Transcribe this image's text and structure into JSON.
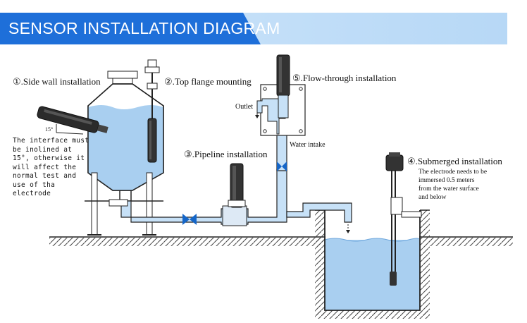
{
  "header": {
    "title": "SENSOR INSTALLATION DIAGRAM"
  },
  "labels": {
    "side_wall": "①.Side wall installation",
    "top_flange": "②.Top flange mounting",
    "pipeline": "③.Pipeline installation",
    "submerged": "④.Submerged installation",
    "flow_through": "⑤.Flow-through installation",
    "outlet": "Outlet",
    "water_intake": "Water intake",
    "angle": "15°"
  },
  "notes": {
    "interface": "The interface must be inolined at 15°, otherwise it will affect the normal test and use of tha electrode",
    "electrode": "The electrode needs to be immersed 0.5 meters from the water surface and below"
  },
  "colors": {
    "banner_blue": "#1e6fd9",
    "banner_light": "#c6e1f9",
    "water": "#a9cff0",
    "pipe": "#c7e1f7",
    "valve": "#1566c8"
  }
}
